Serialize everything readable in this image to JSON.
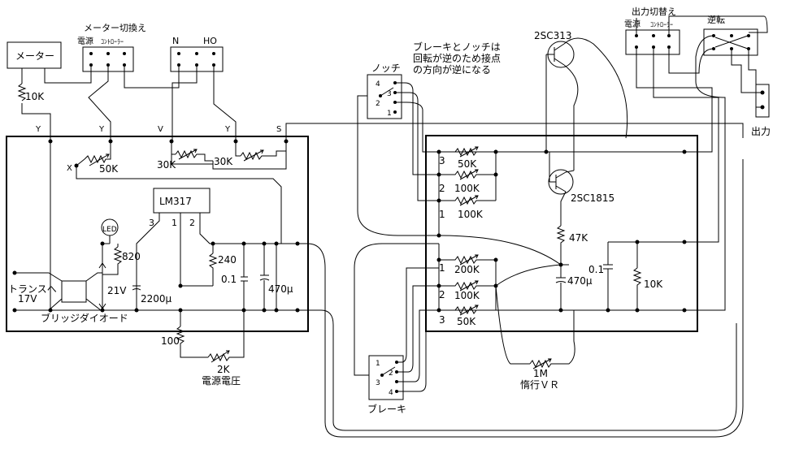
{
  "meter": {
    "label": "メーター",
    "resistor": "10K"
  },
  "meter_switch": {
    "title": "メーター切換え",
    "pos1": "電源",
    "pos2": "ｺﾝﾄﾛｰﾗｰ",
    "n": "N",
    "ho": "HO"
  },
  "left_board": {
    "term_y1": "Y",
    "term_y2": "Y",
    "term_v": "V",
    "term_y3": "Y",
    "term_s": "S",
    "term_x": "X",
    "vr1": "50K",
    "vr2": "30K",
    "vr3": "30K",
    "regulator": "LM317",
    "pin3": "3",
    "pin1": "1",
    "pin2": "2",
    "led": "LED",
    "r_led": "820",
    "r_240": "240",
    "c_01": "0.1",
    "c_470": "470μ",
    "c_2200": "2200μ",
    "v21": "21V",
    "trans": "トランスへ",
    "trans_v": "17V",
    "bridge": "ブリッジダイオード",
    "r_100": "100",
    "vr_2k": "2K",
    "vr_2k_label": "電源電圧"
  },
  "notch": {
    "title": "ノッチ",
    "pins": [
      "4",
      "3",
      "2",
      "1"
    ]
  },
  "brake": {
    "title": "ブレーキ",
    "pins": [
      "1",
      "2",
      "3",
      "4"
    ]
  },
  "note": {
    "line1": "ブレーキとノッチは",
    "line2": "回転が逆のため接点",
    "line3": "の方向が逆になる"
  },
  "right_board": {
    "t1": "2SC313",
    "t2": "2SC1815",
    "notch_rows": [
      {
        "n": "3",
        "r": "50K"
      },
      {
        "n": "2",
        "r": "100K"
      },
      {
        "n": "1",
        "r": "100K"
      }
    ],
    "brake_rows": [
      {
        "n": "1",
        "r": "200K"
      },
      {
        "n": "2",
        "r": "100K"
      },
      {
        "n": "3",
        "r": "50K"
      }
    ],
    "r_47k": "47K",
    "c_470": "470μ",
    "c_01": "0.1",
    "r_10k": "10K",
    "vr_1m": "1M",
    "vr_label": "惰行ＶＲ"
  },
  "output_switch": {
    "title": "出力切替え",
    "pos1": "電源",
    "pos2": "ｺﾝﾄﾛｰﾗｰ"
  },
  "reverse": {
    "title": "逆転"
  },
  "output": {
    "label": "出力"
  }
}
